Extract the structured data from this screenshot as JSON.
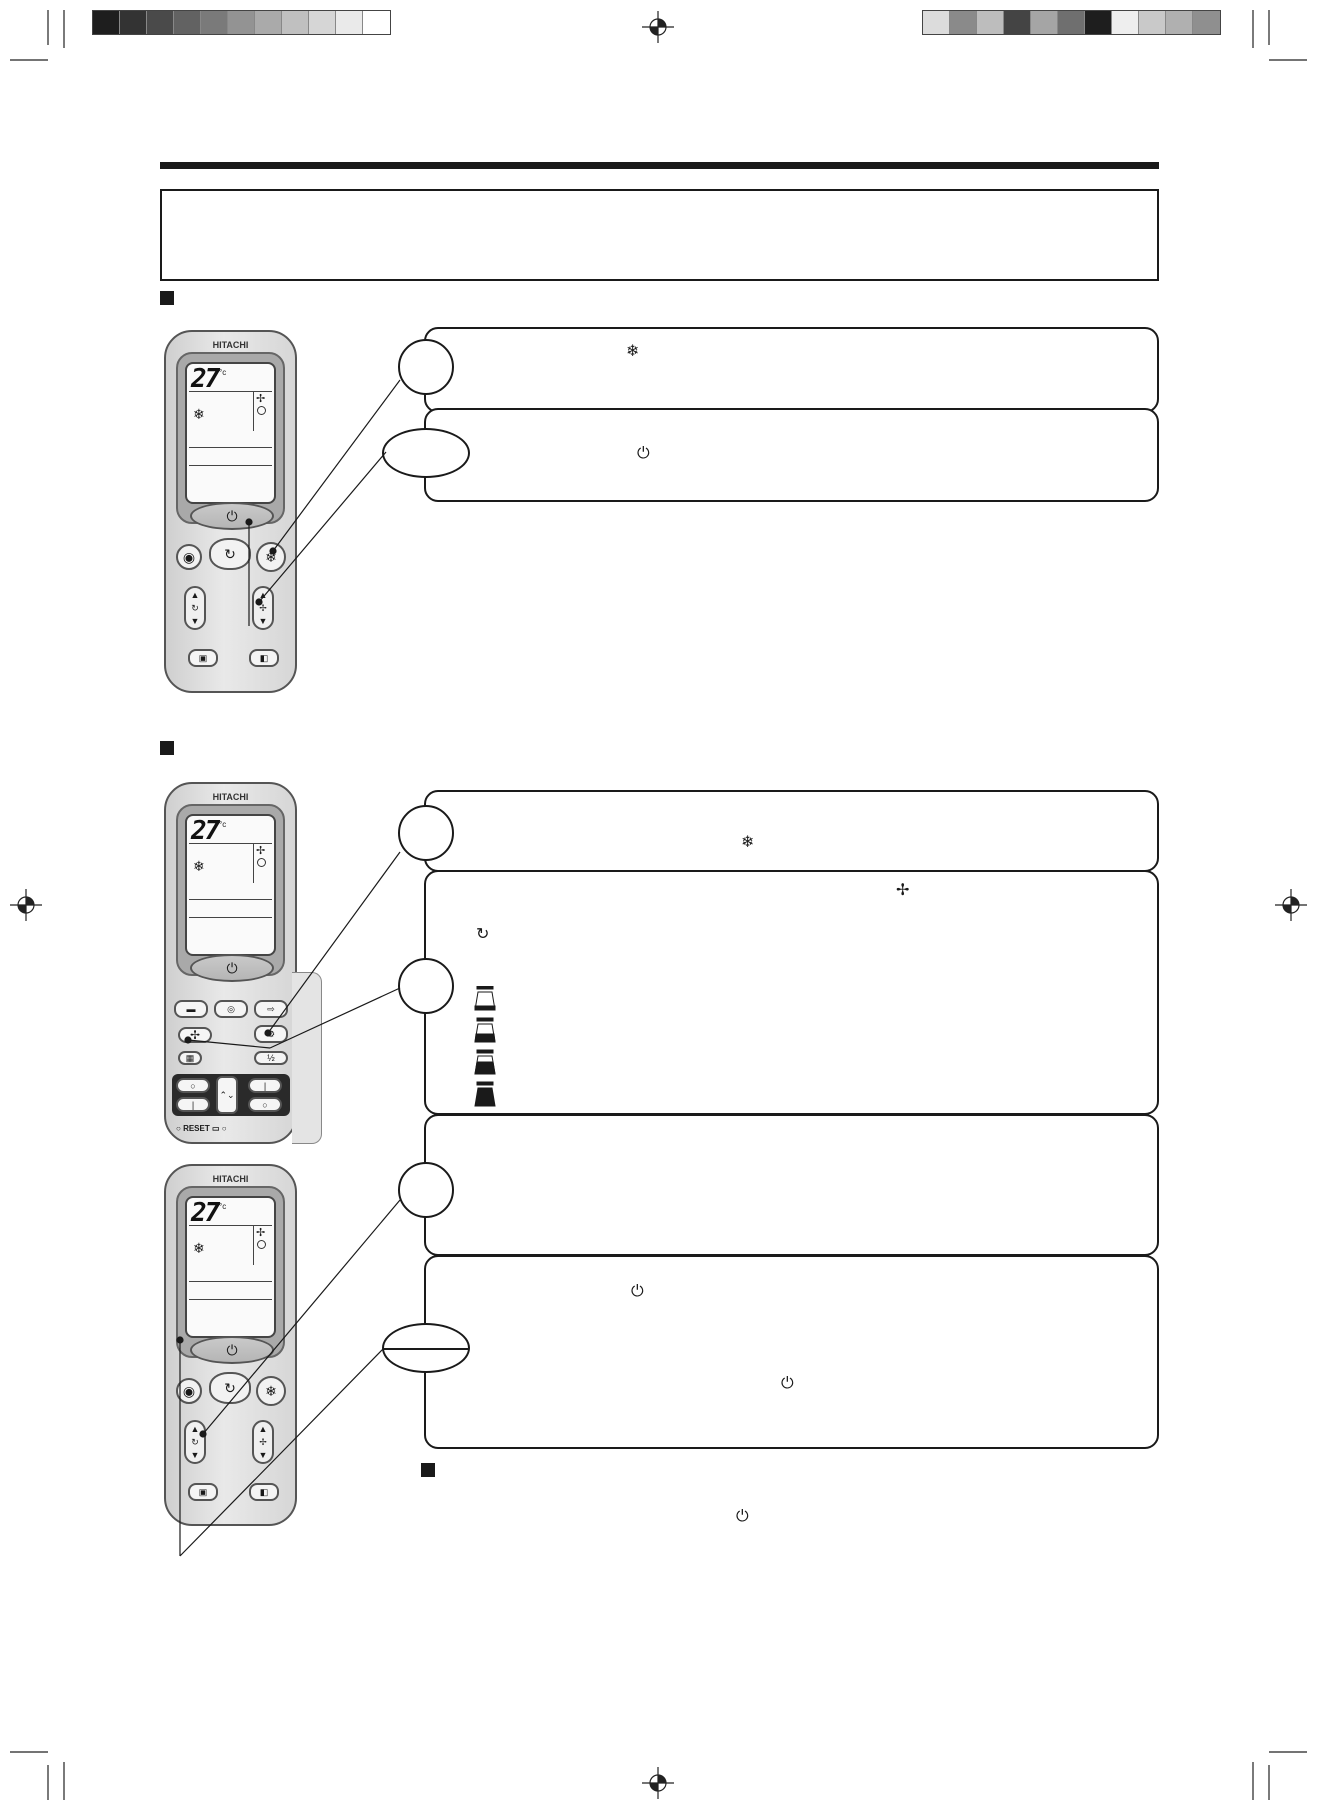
{
  "registration_mark": "⊕",
  "header": {
    "title": "",
    "box_text": ""
  },
  "section1": {
    "remote": {
      "brand": "HITACHI",
      "temp": "27",
      "unit": "°c"
    },
    "step1": {
      "icon": "❄",
      "icon_name": "cool-snowflake-icon"
    },
    "step2": {
      "icon": "⏻",
      "icon_name": "power-on-off-icon"
    }
  },
  "section2": {
    "remote_open": {
      "brand": "HITACHI",
      "temp": "27",
      "unit": "°c",
      "reset_label": "RESET"
    },
    "remote_closed": {
      "brand": "HITACHI",
      "temp": "27",
      "unit": "°c"
    },
    "step1": {
      "icon": "❄",
      "icon_name": "cool-snowflake-icon"
    },
    "step2": {
      "fan_icon": "✢",
      "fan_icon_name": "fan-speed-icon",
      "auto_icon": "↻",
      "auto_icon_name": "auto-fan-icon",
      "fan_levels": 4
    },
    "step4": {
      "icon_top": "⏻",
      "icon_mid": "⏻"
    },
    "note": {
      "icon": "⏻"
    }
  },
  "colors": {
    "ink": "#1a1a1a",
    "remote_body": "#d9d9d9",
    "lcd": "#fafafa"
  }
}
